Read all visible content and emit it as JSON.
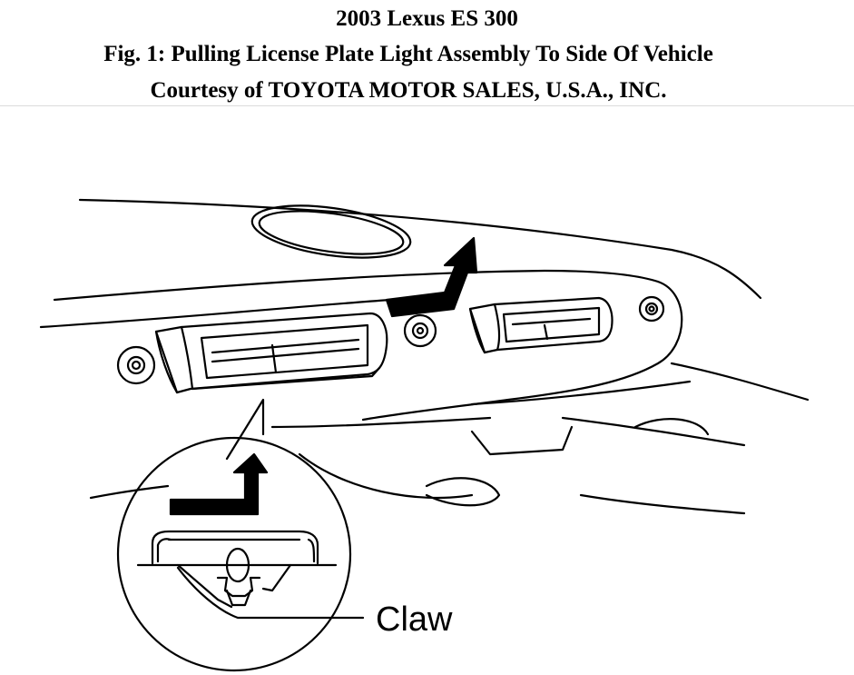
{
  "header": {
    "vehicle": "2003 Lexus ES 300",
    "figure_title": "Fig. 1: Pulling License Plate Light Assembly To Side Of Vehicle",
    "courtesy": "Courtesy of TOYOTA MOTOR SALES, U.S.A., INC."
  },
  "diagram": {
    "callout_label": "Claw"
  }
}
